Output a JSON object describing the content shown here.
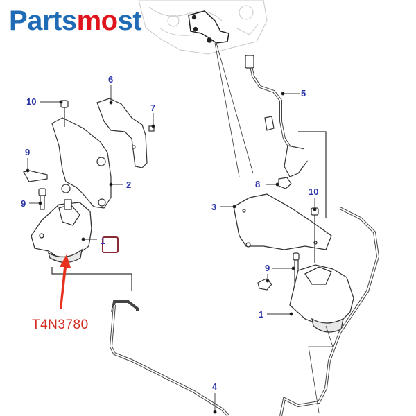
{
  "brand": {
    "part1": "Parts",
    "part2": "mo",
    "part3": "st",
    "blue": "#1f6bb5",
    "red": "#e0141c"
  },
  "callouts": {
    "c10_left": "10",
    "c6": "6",
    "c7": "7",
    "c9_upper": "9",
    "c2": "2",
    "c9_lower": "9",
    "c1_left": "1",
    "c5": "5",
    "c8": "8",
    "c10_right": "10",
    "c3": "3",
    "c9_right": "9",
    "c1_right": "1",
    "c4": "4"
  },
  "part_number": "T4N3780",
  "colors": {
    "callout": "#2a33a6",
    "part_number": "#d12a1f",
    "arrow": "#e8301f",
    "marker": "#8a2a35"
  }
}
